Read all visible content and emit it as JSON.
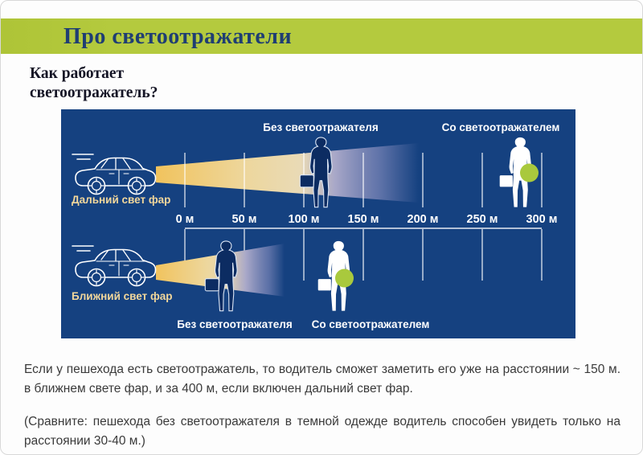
{
  "slide": {
    "title": "Про светоотражатели",
    "subtitle_line1": "Как работает",
    "subtitle_line2": "светоотражатель?"
  },
  "colors": {
    "band_green": "#b4ca3e",
    "title_navy": "#1f3e73",
    "panel_blue": "#154180",
    "beam_gold": "#f1c35d",
    "beam_fade_lavender": "#8089bb",
    "reflector_green": "#a9c93d",
    "car_label_tan": "#f2d79b",
    "dark_figure_navy": "#0c2c62"
  },
  "infographic": {
    "high_beam": {
      "car_label": "Дальний свет фар",
      "pedestrian_no_reflector_label": "Без светоотражателя",
      "pedestrian_with_reflector_label": "Со светоотражателем"
    },
    "low_beam": {
      "car_label": "Ближний свет фар",
      "pedestrian_no_reflector_label": "Без светоотражателя",
      "pedestrian_with_reflector_label": "Со светоотражателем"
    },
    "scale_ticks": [
      "0 м",
      "50 м",
      "100 м",
      "150 м",
      "200 м",
      "250 м",
      "300 м"
    ]
  },
  "body": {
    "paragraph1": "Если у пешехода есть светоотражатель, то водитель сможет заметить его уже на расстоянии ~ 150 м. в ближнем свете фар, и за 400 м, если включен дальний свет фар.",
    "paragraph2": "(Сравните: пешехода без светоотражателя в темной одежде водитель способен увидеть только на расстоянии 30-40 м.)"
  }
}
